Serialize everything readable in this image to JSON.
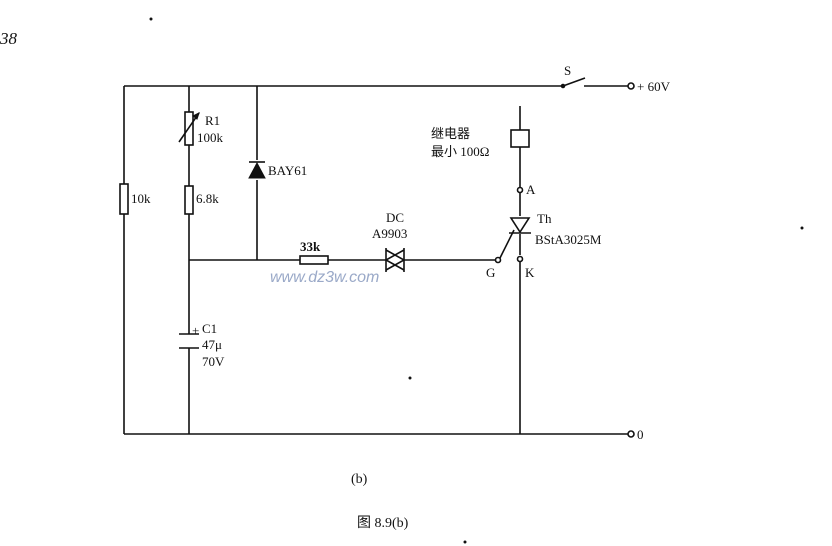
{
  "page_number_fragment": "38",
  "components": {
    "switch": "S",
    "supply": "+ 60V",
    "ground": "0",
    "r1_name": "R1",
    "r1_value": "100k",
    "r_fixed": "6.8k",
    "r_left": "10k",
    "diode": "BAY61",
    "relay_line1": "继电器",
    "relay_line2": "最小 100Ω",
    "anode": "A",
    "thyristor_name": "Th",
    "thyristor_part": "BStA3025M",
    "gate": "G",
    "cathode": "K",
    "r_gate": "33k",
    "diac_name": "DC",
    "diac_part": "A9903",
    "cap_name": "C1",
    "cap_value": "47μ",
    "cap_voltage": "70V",
    "cap_plus": "+"
  },
  "watermark": "www.dz3w.com",
  "subcaption": "(b)",
  "figure_caption": "图 8.9(b)"
}
